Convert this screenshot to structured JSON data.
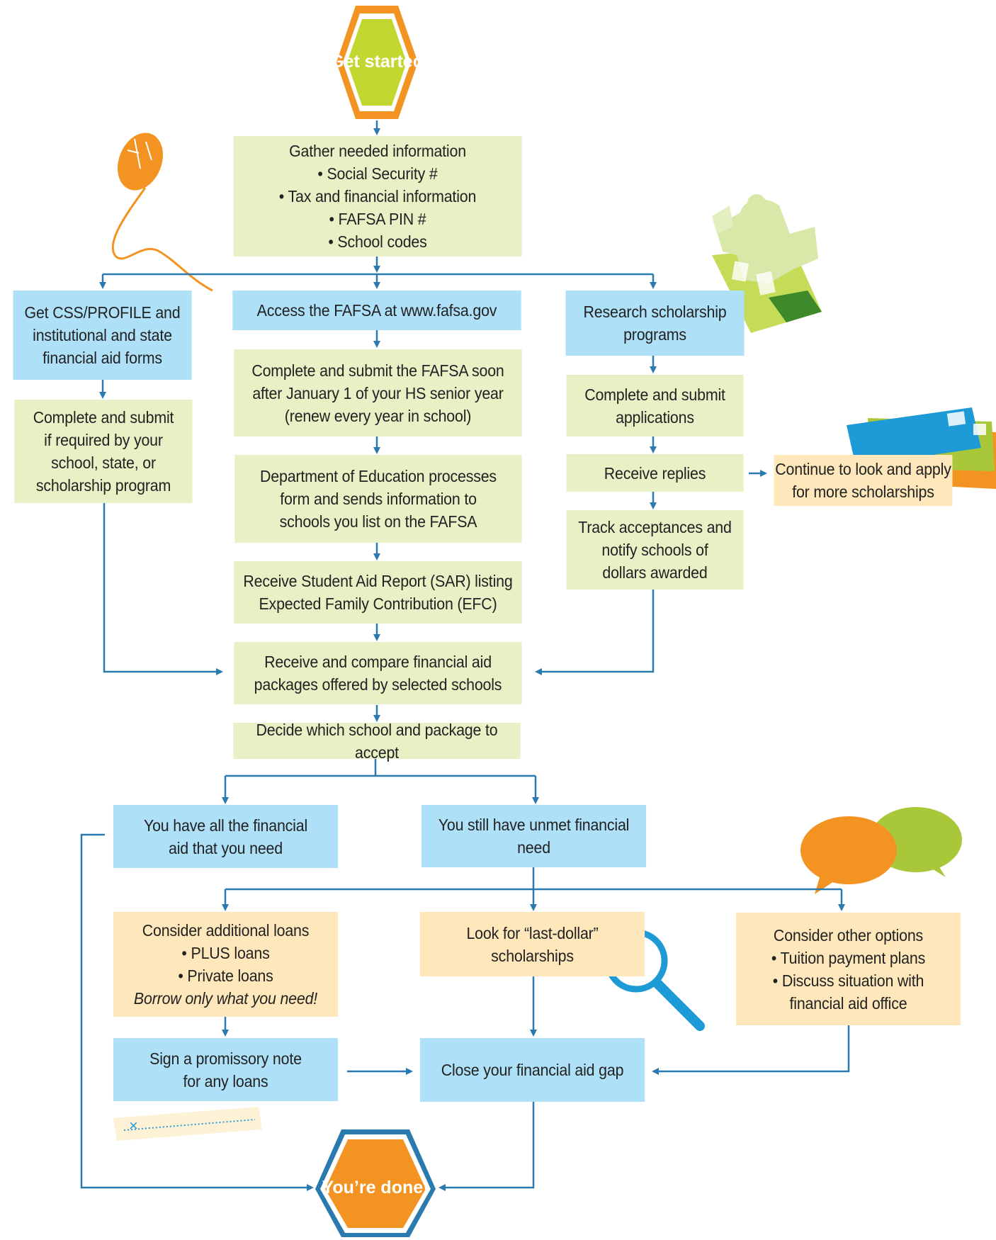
{
  "start": {
    "label": "Get started"
  },
  "end": {
    "label": "You’re done!"
  },
  "gather": {
    "title": "Gather needed information",
    "items": [
      "• Social Security #",
      "• Tax and financial information",
      "• FAFSA PIN #",
      "• School codes"
    ]
  },
  "css_profile": {
    "lines": [
      "Get CSS/PROFILE and",
      "institutional and state",
      "financial aid forms"
    ]
  },
  "css_submit": {
    "lines": [
      "Complete and submit",
      "if required by your",
      "school, state, or",
      "scholarship program"
    ]
  },
  "fafsa_access": {
    "text": "Access the FAFSA at www.fafsa.gov"
  },
  "fafsa_submit": {
    "lines": [
      "Complete and submit the FAFSA soon",
      "after January 1 of your HS senior year",
      "(renew every year in school)"
    ]
  },
  "doe": {
    "lines": [
      "Department of Education processes",
      "form and sends information to",
      "schools you list on the FAFSA"
    ]
  },
  "sar": {
    "lines": [
      "Receive Student Aid Report (SAR) listing",
      "Expected Family Contribution (EFC)"
    ]
  },
  "research": {
    "lines": [
      "Research scholarship",
      "programs"
    ]
  },
  "apps": {
    "lines": [
      "Complete and submit",
      "applications"
    ]
  },
  "replies": {
    "text": "Receive replies"
  },
  "continue": {
    "lines": [
      "Continue to look and apply",
      "for more scholarships"
    ]
  },
  "track": {
    "lines": [
      "Track acceptances and",
      "notify schools of",
      "dollars awarded"
    ]
  },
  "compare": {
    "lines": [
      "Receive and compare financial aid",
      "packages offered by selected schools"
    ]
  },
  "decide": {
    "text": "Decide which school and package to accept"
  },
  "have_all": {
    "lines": [
      "You have all the financial",
      "aid that you need"
    ]
  },
  "unmet": {
    "lines": [
      "You still have unmet financial",
      "need"
    ]
  },
  "loans": {
    "title": "Consider additional loans",
    "items": [
      "• PLUS loans",
      "• Private loans"
    ],
    "note": "Borrow only what you need!"
  },
  "last_dollar": {
    "lines": [
      "Look for “last-dollar”",
      "scholarships"
    ]
  },
  "other": {
    "title": "Consider other options",
    "items": [
      "• Tuition payment plans",
      "• Discuss situation with",
      "financial aid office"
    ]
  },
  "promissory": {
    "lines": [
      "Sign a promissory note",
      "for any loans"
    ]
  },
  "close_gap": {
    "text": "Close your financial aid gap"
  },
  "signature": {
    "mark": "×"
  },
  "colors": {
    "green": "#e8f1c6",
    "blue": "#aee0f8",
    "peach": "#fde7bb",
    "connector": "#2a7ab0",
    "orange": "#f39322",
    "lime": "#a8c83a"
  }
}
